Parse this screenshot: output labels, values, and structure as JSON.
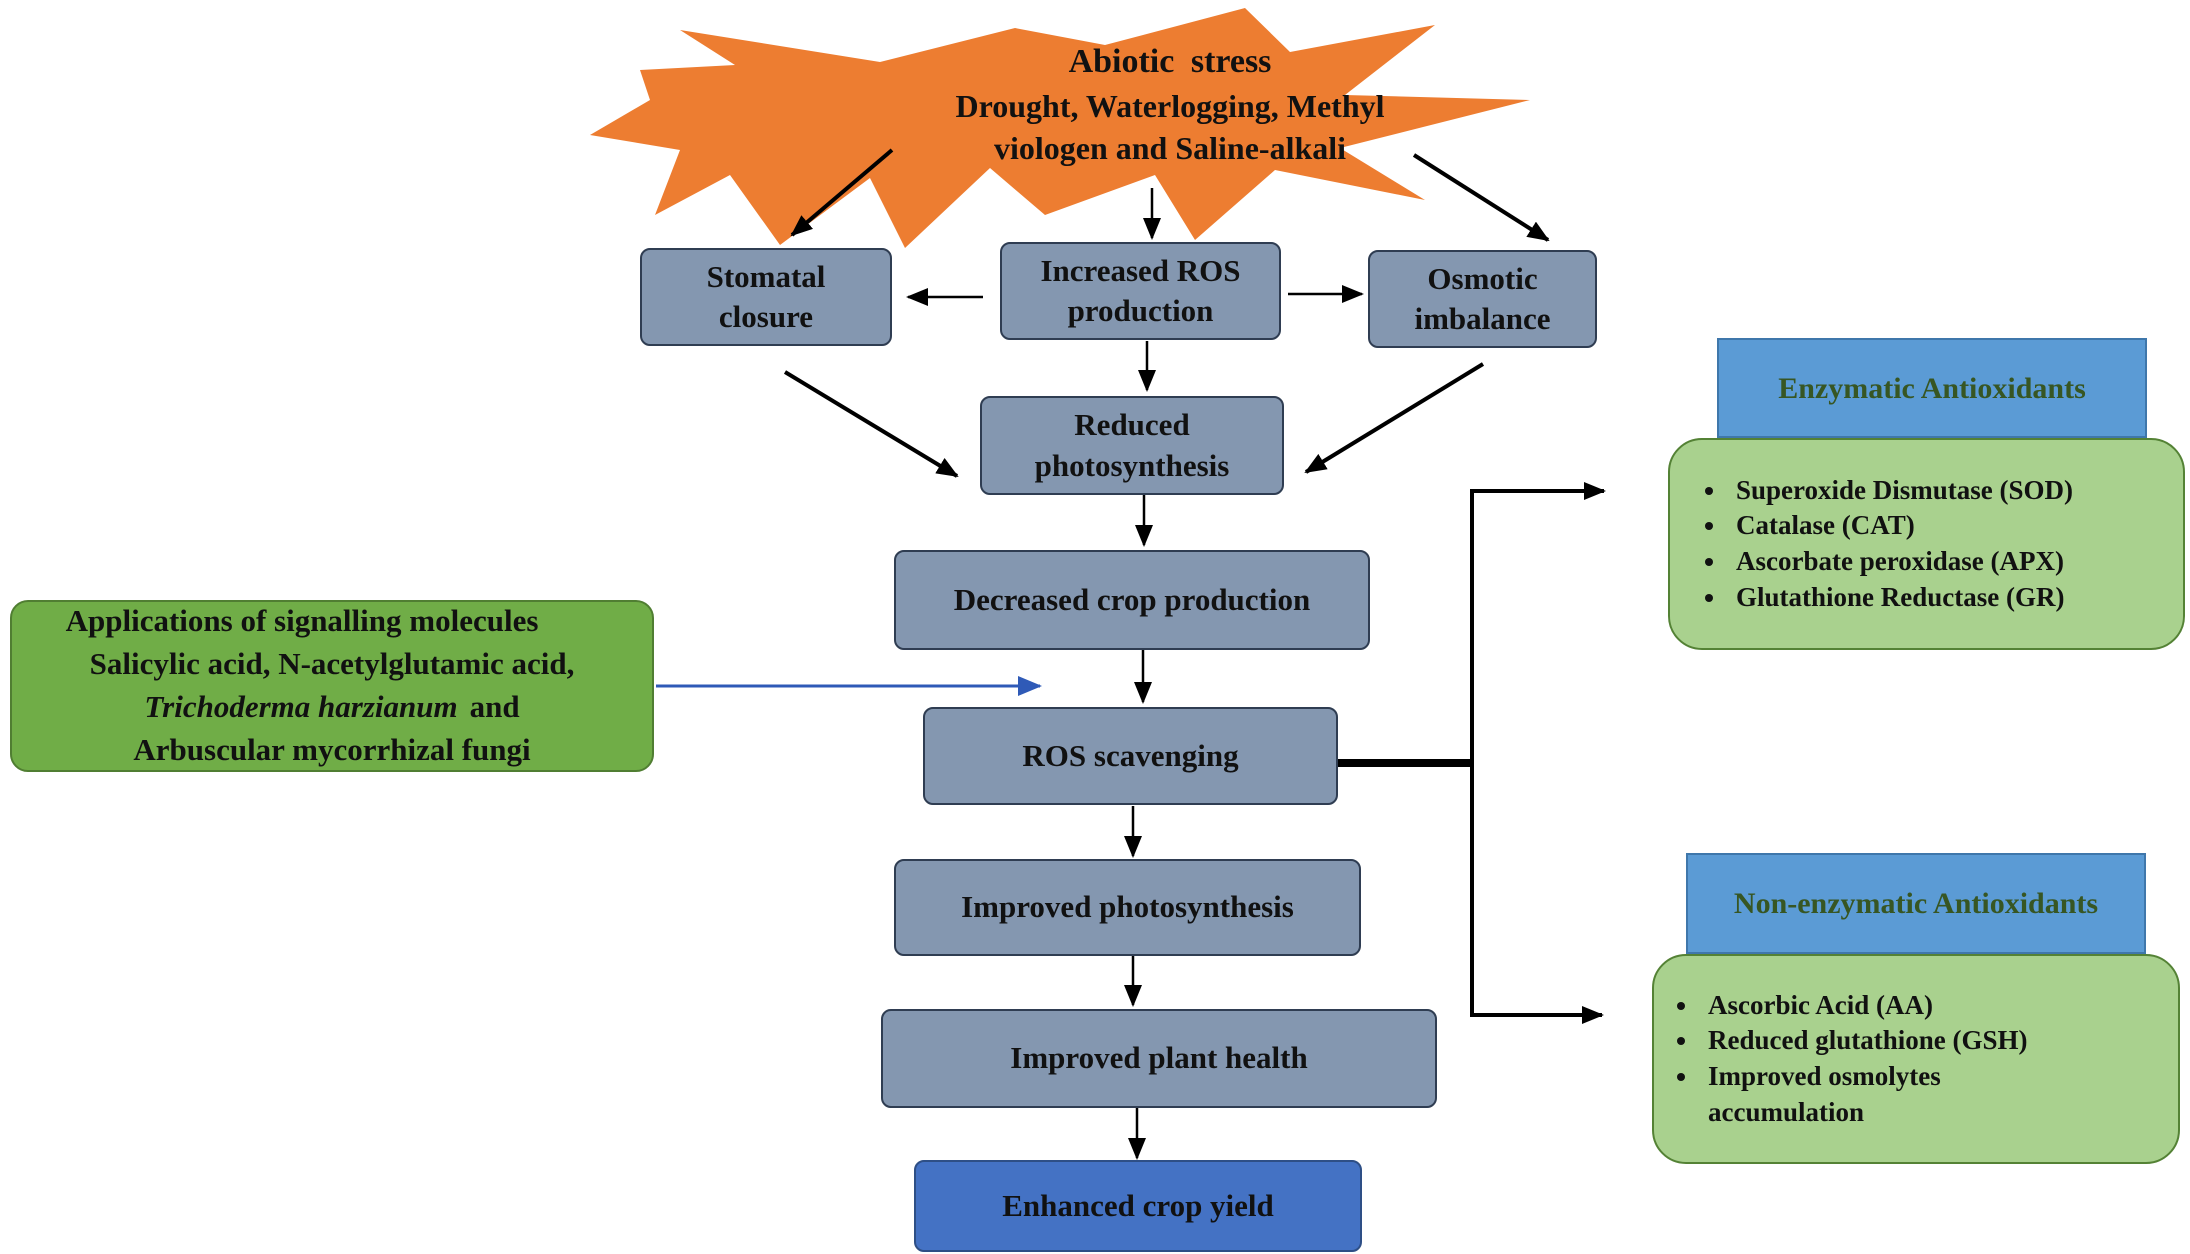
{
  "stress": {
    "title": "Abiotic stress",
    "line1": "Drought, Waterlogging, Methyl",
    "line2": "viologen and Saline-alkali"
  },
  "nodes": {
    "stomatal_l1": "Stomatal",
    "stomatal_l2": "closure",
    "ros_prod_l1": "Increased ROS",
    "ros_prod_l2": "production",
    "osmotic_l1": "Osmotic",
    "osmotic_l2": "imbalance",
    "reduced_l1": "Reduced",
    "reduced_l2": "photosynthesis",
    "decreased": "Decreased crop production",
    "scavenging": "ROS scavenging",
    "improved_photo": "Improved photosynthesis",
    "plant_health": "Improved plant health",
    "yield": "Enhanced crop yield"
  },
  "signalling": {
    "title": "Applications of signalling molecules",
    "line2": "Salicylic acid, N-acetylglutamic acid,",
    "line3_italic": "Trichoderma harzianum",
    "line3_rest": "and",
    "line4": "Arbuscular mycorrhizal fungi"
  },
  "enzymatic": {
    "header": "Enzymatic Antioxidants",
    "items": [
      "Superoxide Dismutase (SOD)",
      "Catalase (CAT)",
      "Ascorbate peroxidase (APX)",
      "Glutathione  Reductase (GR)"
    ]
  },
  "nonenzymatic": {
    "header": "Non-enzymatic Antioxidants",
    "items": [
      "Ascorbic Acid (AA)",
      "Reduced glutathione  (GSH)",
      "Improved  osmolytes accumulation"
    ]
  },
  "colors": {
    "burst": "#ed7d31",
    "process_box": "#8497b0",
    "outcome_box": "#4472c4",
    "header_box": "#5b9bd5",
    "list_box": "#a9d18e",
    "signal_box": "#70ad47",
    "signal_arrow": "#2f5ab7",
    "header_text": "#375623"
  }
}
